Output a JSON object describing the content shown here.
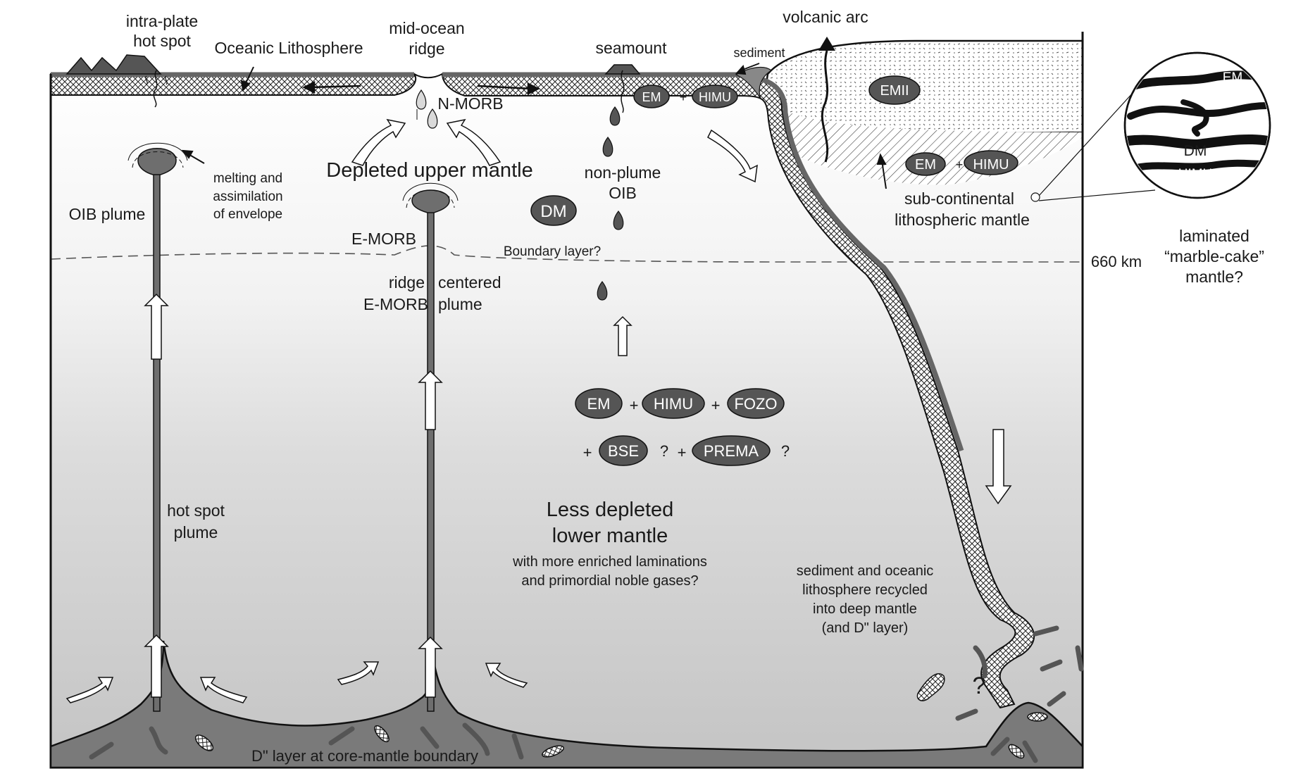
{
  "labels": {
    "intra_plate_1": "intra-plate",
    "intra_plate_2": "hot spot",
    "oceanic_lithosphere": "Oceanic Lithosphere",
    "mid_ocean_1": "mid-ocean",
    "mid_ocean_2": "ridge",
    "seamount": "seamount",
    "volcanic_arc": "volcanic arc",
    "sediment": "sediment",
    "n_morb": "N-MORB",
    "melting_1": "melting and",
    "melting_2": "assimilation",
    "melting_3": "of envelope",
    "oib_plume": "OIB plume",
    "depleted_upper": "Depleted upper mantle",
    "non_plume_1": "non-plume",
    "non_plume_2": "OIB",
    "e_morb": "E-MORB",
    "boundary_layer": "Boundary layer?",
    "ridge_centered_1": "ridge",
    "ridge_centered_2": "E-MORB",
    "ridge_centered_3": "centered",
    "ridge_centered_4": "plume",
    "km660": "660 km",
    "subcont_1": "sub-continental",
    "subcont_2": "lithospheric mantle",
    "laminated_1": "laminated",
    "laminated_2": "“marble-cake”",
    "laminated_3": "mantle?",
    "hot_spot_plume_1": "hot spot",
    "hot_spot_plume_2": "plume",
    "less_depleted_1": "Less depleted",
    "less_depleted_2": "lower mantle",
    "enriched_1": "with more enriched laminations",
    "enriched_2": "and primordial noble gases?",
    "recycled_1": "sediment and oceanic",
    "recycled_2": "lithosphere recycled",
    "recycled_3": "into deep mantle",
    "recycled_4": "(and D\" layer)",
    "d_layer": "D\" layer at core-mantle boundary",
    "question": "?",
    "plus": "+"
  },
  "reservoirs": {
    "em": "EM",
    "himu": "HIMU",
    "dm": "DM",
    "emii": "EMII",
    "fozo": "FOZO",
    "bse": "BSE",
    "prema": "PREMA"
  },
  "colors": {
    "upper_mantle": "#ffffff",
    "lower_mantle": "#c8c8c8",
    "reservoir_fill": "#555555",
    "d_layer": "#7a7a7a",
    "plume_stem": "#6e6e6e",
    "outline": "#111111"
  }
}
